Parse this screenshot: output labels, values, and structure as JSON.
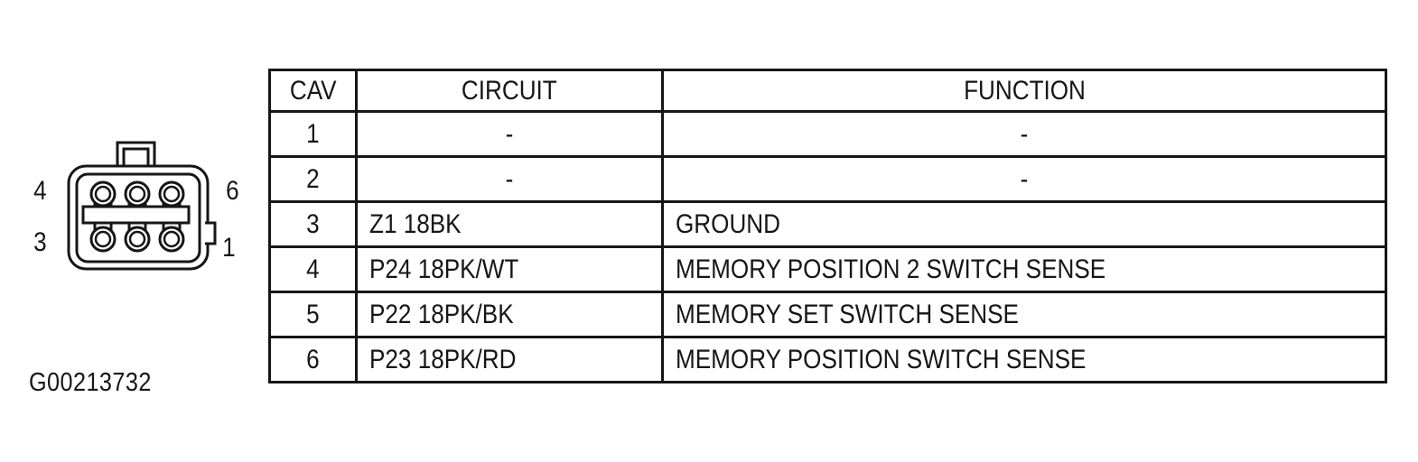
{
  "page": {
    "paper_color": "#ffffff",
    "ink_color": "#161616"
  },
  "figure_label": "G00213732",
  "connector": {
    "pin_labels": {
      "top_left": "4",
      "top_right": "6",
      "bottom_left": "3",
      "bottom_right": "1"
    }
  },
  "table": {
    "headers": [
      "CAV",
      "CIRCUIT",
      "FUNCTION"
    ],
    "rows": [
      {
        "cav": "1",
        "circuit": "-",
        "function": "-"
      },
      {
        "cav": "2",
        "circuit": "-",
        "function": "-"
      },
      {
        "cav": "3",
        "circuit": "Z1 18BK",
        "function": "GROUND"
      },
      {
        "cav": "4",
        "circuit": "P24 18PK/WT",
        "function": "MEMORY POSITION 2 SWITCH SENSE"
      },
      {
        "cav": "5",
        "circuit": "P22 18PK/BK",
        "function": "MEMORY SET SWITCH SENSE"
      },
      {
        "cav": "6",
        "circuit": "P23 18PK/RD",
        "function": "MEMORY POSITION SWITCH SENSE"
      }
    ]
  }
}
